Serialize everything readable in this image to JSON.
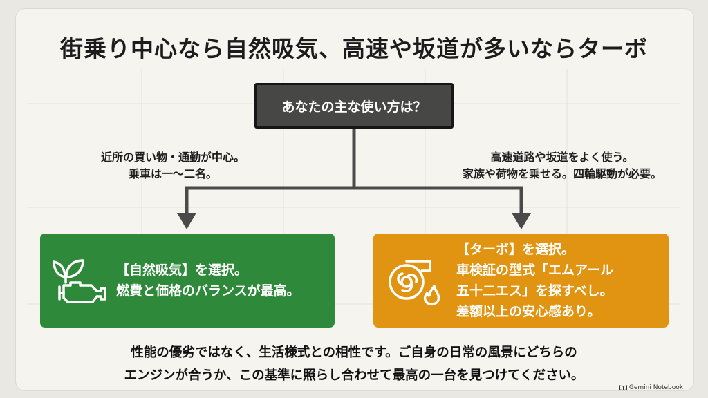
{
  "title": "街乗り中心なら自然吸気、高速や坂道が多いならターボ",
  "question": "あなたの主な使い方は？",
  "conditions": {
    "left": [
      "近所の買い物・通勤が中心。",
      "乗車は一〜二名。"
    ],
    "right": [
      "高速道路や坂道をよく使う。",
      "家族や荷物を乗せる。四輪駆動が必要。"
    ]
  },
  "cards": {
    "na": {
      "lines": [
        "【自然吸気】を選択。",
        "燃費と価格のバランスが最高。"
      ],
      "color": "#2e8a3a",
      "icon": "engine-leaf-icon"
    },
    "turbo": {
      "lines": [
        "【ターボ】を選択。",
        "車検証の型式「エムアール",
        "五十二エス」を探すべし。",
        "差額以上の安心感あり。"
      ],
      "color": "#e09412",
      "icon": "turbo-flame-icon"
    }
  },
  "footer": [
    "性能の優劣ではなく、生活様式との相性です。ご自身の日常の風景にどちらの",
    "エンジンが合うか、この基準に照らし合わせて最高の一台を見つけてください。"
  ],
  "brand": "Gemini Notebook",
  "colors": {
    "background": "#f5f4ef",
    "question_box": "#474746",
    "connector": "#4a4a4a"
  }
}
